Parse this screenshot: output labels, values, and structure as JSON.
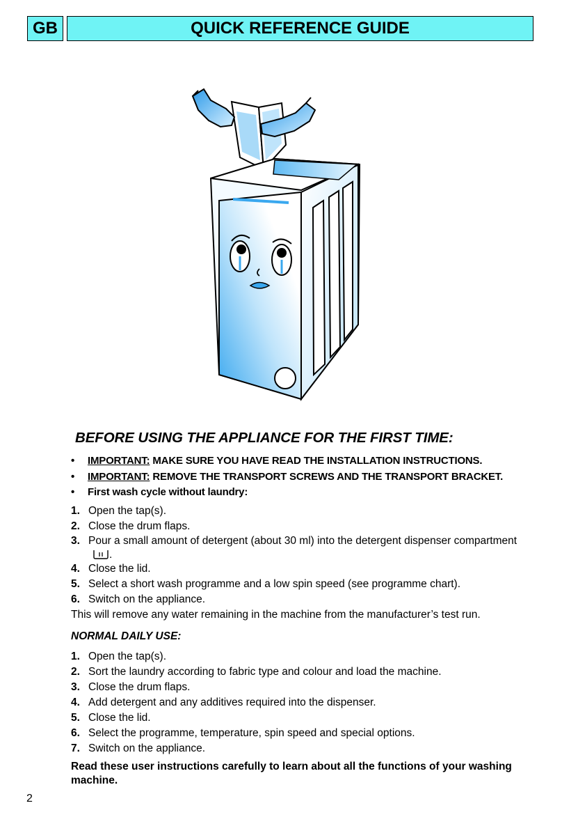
{
  "header": {
    "lang": "GB",
    "title": "QUICK REFERENCE GUIDE"
  },
  "section1": {
    "heading": "BEFORE USING THE APPLIANCE FOR THE FIRST TIME:",
    "bullets": [
      {
        "prefix": "IMPORTANT:",
        "text": "MAKE SURE YOU HAVE READ THE INSTALLATION INSTRUCTIONS."
      },
      {
        "prefix": "IMPORTANT:",
        "text": "REMOVE THE TRANSPORT SCREWS AND THE TRANSPORT BRACKET."
      },
      {
        "prefix": "",
        "text": "First wash cycle without laundry:"
      }
    ],
    "steps": [
      {
        "num": "1.",
        "text": "Open the tap(s)."
      },
      {
        "num": "2.",
        "text": "Close the drum flaps."
      },
      {
        "num": "3.",
        "text": "Pour a small amount of detergent (about 30 ml) into the detergent dispenser compartment",
        "suffix": "."
      },
      {
        "num": "4.",
        "text": "Close the lid."
      },
      {
        "num": "5.",
        "text": "Select a short wash programme and a low spin speed (see programme chart)."
      },
      {
        "num": "6.",
        "text": "Switch on the appliance."
      }
    ],
    "note": "This will remove any water remaining in the machine from the manufacturer’s test run."
  },
  "section2": {
    "heading": "NORMAL DAILY USE:",
    "steps": [
      {
        "num": "1.",
        "text": "Open the tap(s)."
      },
      {
        "num": "2.",
        "text": "Sort the laundry according to fabric type and colour and load the machine."
      },
      {
        "num": "3.",
        "text": "Close the drum flaps."
      },
      {
        "num": "4.",
        "text": "Add detergent and any additives required into the dispenser."
      },
      {
        "num": "5.",
        "text": "Close the lid."
      },
      {
        "num": "6.",
        "text": "Select the programme, temperature, spin speed and special options."
      },
      {
        "num": "7.",
        "text": "Switch on the appliance."
      }
    ]
  },
  "closing": "Read these user instructions carefully to learn about all the functions of your washing machine.",
  "page_number": "2",
  "colors": {
    "header_bg": "#6ff3f5",
    "illustration_blue": "#3aa8ef"
  }
}
